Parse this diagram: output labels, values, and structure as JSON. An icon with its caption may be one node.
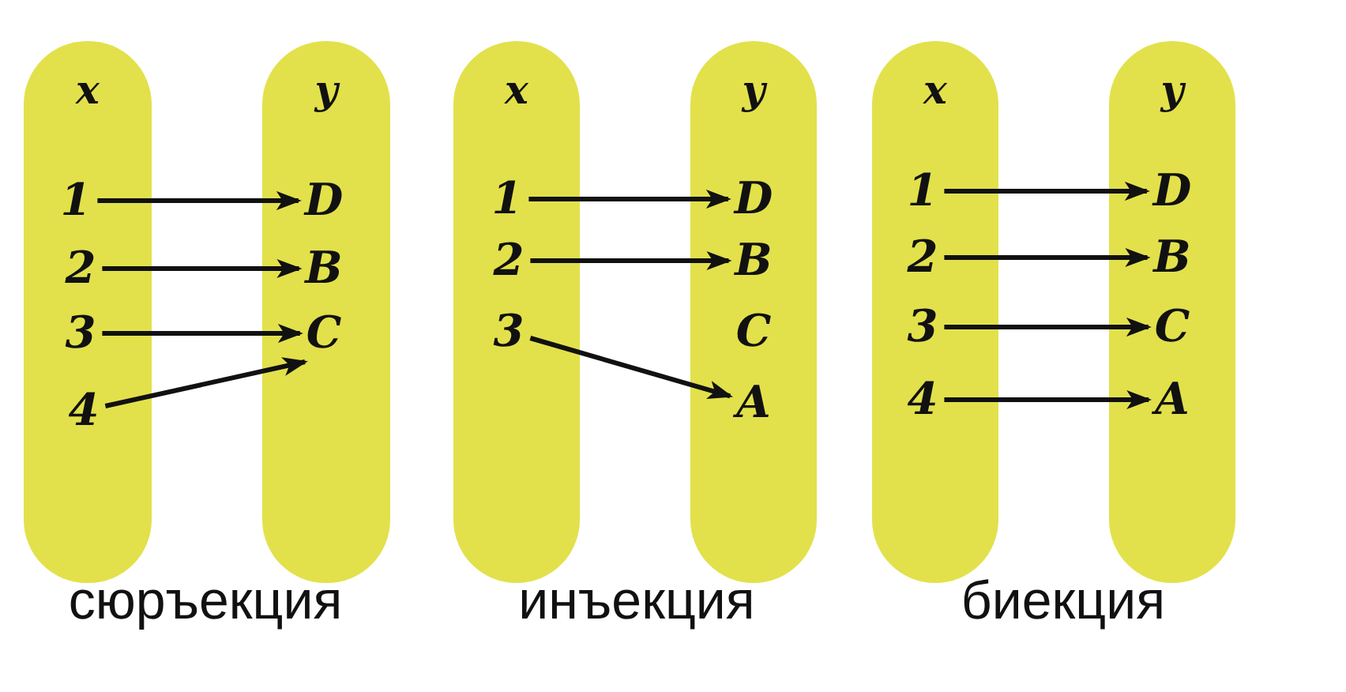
{
  "diagram": {
    "nodes": [
      {
        "text": [
          "x"
        ]
      },
      {
        "text": [
          "1"
        ],
        "in": 0
      },
      {
        "text": [
          "2"
        ],
        "in": 0
      },
      {
        "text": [
          "3"
        ],
        "in": 0
      },
      {
        "text": [
          "4"
        ],
        "in": 0
      },
      {
        "text": [
          "y"
        ]
      },
      {
        "text": [
          "D"
        ],
        "in": 5
      },
      {
        "text": [
          "B"
        ],
        "in": 5
      },
      {
        "text": [
          "C"
        ],
        "in": 5
      },
      {
        "text": [
          "x"
        ]
      },
      {
        "text": [
          "1"
        ],
        "in": 9
      },
      {
        "text": [
          "2"
        ],
        "in": 9
      },
      {
        "text": [
          "3"
        ],
        "in": 9
      },
      {
        "text": [
          "y"
        ]
      },
      {
        "text": [
          "D"
        ],
        "in": 13
      },
      {
        "text": [
          "B"
        ],
        "in": 13
      },
      {
        "text": [
          "C"
        ],
        "in": 13
      },
      {
        "text": [
          "A"
        ],
        "in": 13
      },
      {
        "text": [
          "x"
        ]
      },
      {
        "text": [
          "1"
        ],
        "in": 18
      },
      {
        "text": [
          "2"
        ],
        "in": 18
      },
      {
        "text": [
          "3"
        ],
        "in": 18
      },
      {
        "text": [
          "4"
        ],
        "in": 18
      },
      {
        "text": [
          "y"
        ]
      },
      {
        "text": [
          "D"
        ],
        "in": 23
      },
      {
        "text": [
          "B"
        ],
        "in": 23
      },
      {
        "text": [
          "C"
        ],
        "in": 23
      },
      {
        "text": [
          "A"
        ],
        "in": 23
      }
    ],
    "edges": [
      {
        "from": 1,
        "to": 6,
        "arrow": "to"
      },
      {
        "from": 2,
        "to": 7,
        "arrow": "to"
      },
      {
        "from": 3,
        "to": 8,
        "arrow": "to"
      },
      {
        "from": 4,
        "to": 8,
        "arrow": "to"
      },
      {
        "from": 10,
        "to": 14,
        "arrow": "to"
      },
      {
        "from": 11,
        "to": 15,
        "arrow": "to"
      },
      {
        "from": 12,
        "to": 17,
        "arrow": "to"
      },
      {
        "from": 19,
        "to": 24,
        "arrow": "to"
      },
      {
        "from": 20,
        "to": 25,
        "arrow": "to"
      },
      {
        "from": 21,
        "to": 26,
        "arrow": "to"
      },
      {
        "from": 22,
        "to": 27,
        "arrow": "to"
      }
    ],
    "labels": [
      "сюръекция",
      "инъекция",
      "биекция"
    ]
  }
}
